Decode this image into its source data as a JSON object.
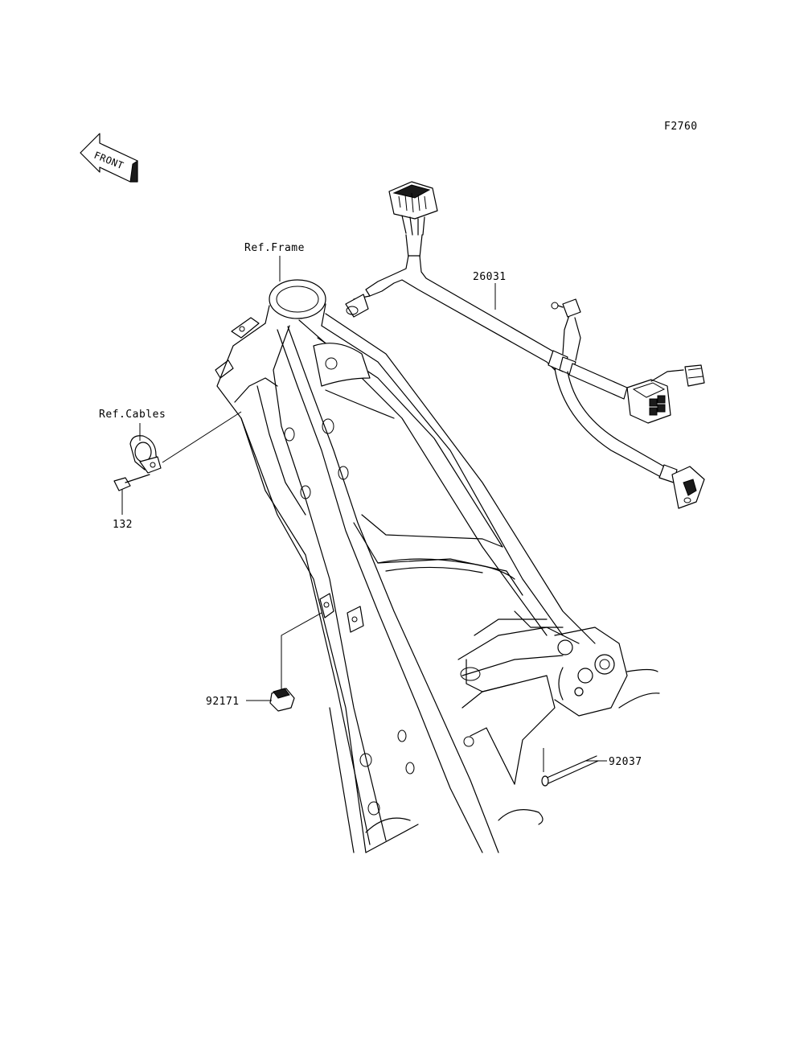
{
  "figure_code": "F2760",
  "front_arrow_text": "FRONT",
  "labels": {
    "ref_frame": "Ref.Frame",
    "ref_cables": "Ref.Cables",
    "part_26031": "26031",
    "part_132": "132",
    "part_92171": "92171",
    "part_92037": "92037"
  }
}
